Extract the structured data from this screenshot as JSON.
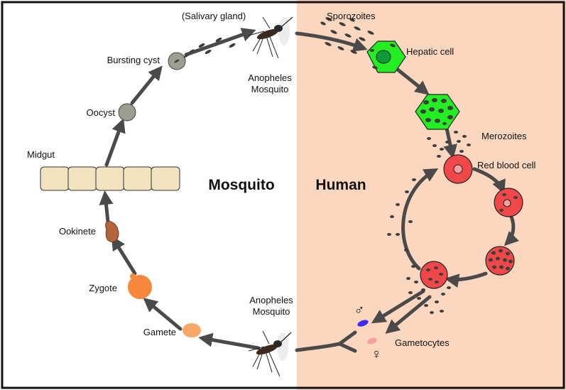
{
  "sections": {
    "left": "Mosquito",
    "right": "Human"
  },
  "labels": {
    "salivary_gland": "(Salivary gland)",
    "sporozoites": "Sporozoites",
    "hepatic_cell": "Hepatic cell",
    "anopheles_top_1": "Anopheles",
    "anopheles_top_2": "Mosquito",
    "bursting_cyst": "Bursting cyst",
    "oocyst": "Oocyst",
    "midgut": "Midgut",
    "merozoites": "Merozoites",
    "red_blood_cell": "Red blood cell",
    "ookinete": "Ookinete",
    "zygote": "Zygote",
    "gamete": "Gamete",
    "anopheles_bottom_1": "Anopheles",
    "anopheles_bottom_2": "Mosquito",
    "gametocytes": "Gametocytes",
    "male_symbol": "♂",
    "female_symbol": "♀"
  },
  "colors": {
    "human_bg": "#fcd7c0",
    "mosquito_bg": "#ffffff",
    "arrow": "#4a4a4a",
    "parasite": "#3d3d3d",
    "hepatic": "#22ee22",
    "rbc": "#f04848",
    "midgut": "#f3e3c0",
    "oocyst": "#9a9f90",
    "ookinete": "#b5653c",
    "zygote": "#f5883c",
    "gamete": "#f7a868",
    "male_gametocyte": "#3b2cf0",
    "female_gametocyte": "#f4a0a0"
  }
}
